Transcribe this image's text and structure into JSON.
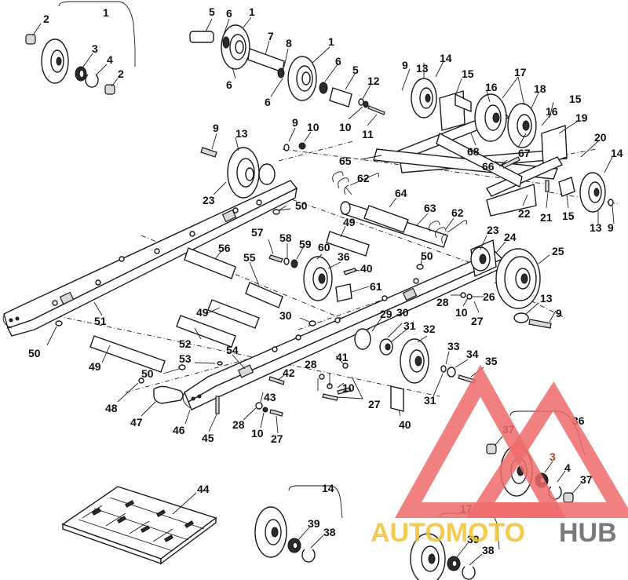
{
  "diagram": {
    "callouts": [
      {
        "id": "c1",
        "t": "1"
      },
      {
        "id": "c2",
        "t": "2"
      },
      {
        "id": "c3",
        "t": "3"
      },
      {
        "id": "c4",
        "t": "4"
      },
      {
        "id": "c5",
        "t": "2"
      },
      {
        "id": "c6",
        "t": "5"
      },
      {
        "id": "c7",
        "t": "6"
      },
      {
        "id": "c8",
        "t": "1"
      },
      {
        "id": "c9",
        "t": "7"
      },
      {
        "id": "c10",
        "t": "8"
      },
      {
        "id": "c11",
        "t": "6"
      },
      {
        "id": "c12",
        "t": "6"
      },
      {
        "id": "c13",
        "t": "1"
      },
      {
        "id": "c14",
        "t": "6"
      },
      {
        "id": "c15",
        "t": "5"
      },
      {
        "id": "c16",
        "t": "12"
      },
      {
        "id": "c17",
        "t": "10"
      },
      {
        "id": "c18",
        "t": "11"
      },
      {
        "id": "c19",
        "t": "9"
      },
      {
        "id": "c20",
        "t": "13"
      },
      {
        "id": "c21",
        "t": "14"
      },
      {
        "id": "c22",
        "t": "15"
      },
      {
        "id": "c23",
        "t": "16"
      },
      {
        "id": "c24",
        "t": "17"
      },
      {
        "id": "c25",
        "t": "18"
      },
      {
        "id": "c26",
        "t": "16"
      },
      {
        "id": "c27",
        "t": "15"
      },
      {
        "id": "c28",
        "t": "19"
      },
      {
        "id": "c29",
        "t": "20"
      },
      {
        "id": "c30",
        "t": "14"
      },
      {
        "id": "c31",
        "t": "68"
      },
      {
        "id": "c32",
        "t": "67"
      },
      {
        "id": "c33",
        "t": "66"
      },
      {
        "id": "c34",
        "t": "65"
      },
      {
        "id": "c35",
        "t": "9"
      },
      {
        "id": "c36",
        "t": "13"
      },
      {
        "id": "c37",
        "t": "9"
      },
      {
        "id": "c38",
        "t": "10"
      },
      {
        "id": "c39",
        "t": "23"
      },
      {
        "id": "c40",
        "t": "62"
      },
      {
        "id": "c41",
        "t": "64"
      },
      {
        "id": "c42",
        "t": "63"
      },
      {
        "id": "c43",
        "t": "62"
      },
      {
        "id": "c44",
        "t": "22"
      },
      {
        "id": "c45",
        "t": "21"
      },
      {
        "id": "c46",
        "t": "15"
      },
      {
        "id": "c47",
        "t": "13"
      },
      {
        "id": "c48",
        "t": "9"
      },
      {
        "id": "c49",
        "t": "50"
      },
      {
        "id": "c50",
        "t": "49"
      },
      {
        "id": "c51",
        "t": "57"
      },
      {
        "id": "c52",
        "t": "58"
      },
      {
        "id": "c53",
        "t": "59"
      },
      {
        "id": "c54",
        "t": "60"
      },
      {
        "id": "c55",
        "t": "36"
      },
      {
        "id": "c56",
        "t": "56"
      },
      {
        "id": "c57",
        "t": "55"
      },
      {
        "id": "c58",
        "t": "40"
      },
      {
        "id": "c59",
        "t": "61"
      },
      {
        "id": "c60",
        "t": "23"
      },
      {
        "id": "c61",
        "t": "24"
      },
      {
        "id": "c62",
        "t": "25"
      },
      {
        "id": "c63",
        "t": "50"
      },
      {
        "id": "c64",
        "t": "28"
      },
      {
        "id": "c65",
        "t": "26"
      },
      {
        "id": "c66",
        "t": "10"
      },
      {
        "id": "c67",
        "t": "27"
      },
      {
        "id": "c68",
        "t": "13"
      },
      {
        "id": "c69",
        "t": "9"
      },
      {
        "id": "c70",
        "t": "51"
      },
      {
        "id": "c71",
        "t": "49"
      },
      {
        "id": "c72",
        "t": "30"
      },
      {
        "id": "c73",
        "t": "29"
      },
      {
        "id": "c74",
        "t": "30"
      },
      {
        "id": "c75",
        "t": "31"
      },
      {
        "id": "c76",
        "t": "32"
      },
      {
        "id": "c77",
        "t": "50"
      },
      {
        "id": "c78",
        "t": "52"
      },
      {
        "id": "c79",
        "t": "54"
      },
      {
        "id": "c80",
        "t": "53"
      },
      {
        "id": "c81",
        "t": "49"
      },
      {
        "id": "c82",
        "t": "50"
      },
      {
        "id": "c83",
        "t": "42"
      },
      {
        "id": "c84",
        "t": "41"
      },
      {
        "id": "c85",
        "t": "28"
      },
      {
        "id": "c86",
        "t": "10"
      },
      {
        "id": "c87",
        "t": "27"
      },
      {
        "id": "c88",
        "t": "33"
      },
      {
        "id": "c89",
        "t": "34"
      },
      {
        "id": "c90",
        "t": "35"
      },
      {
        "id": "c91",
        "t": "31"
      },
      {
        "id": "c92",
        "t": "48"
      },
      {
        "id": "c93",
        "t": "47"
      },
      {
        "id": "c94",
        "t": "46"
      },
      {
        "id": "c95",
        "t": "45"
      },
      {
        "id": "c96",
        "t": "43"
      },
      {
        "id": "c97",
        "t": "28"
      },
      {
        "id": "c98",
        "t": "10"
      },
      {
        "id": "c99",
        "t": "27"
      },
      {
        "id": "c100",
        "t": "40"
      },
      {
        "id": "c101",
        "t": "36"
      },
      {
        "id": "c102",
        "t": "37"
      },
      {
        "id": "c103",
        "t": "3"
      },
      {
        "id": "c104",
        "t": "4"
      },
      {
        "id": "c105",
        "t": "37"
      },
      {
        "id": "c106",
        "t": "44"
      },
      {
        "id": "c107",
        "t": "14"
      },
      {
        "id": "c108",
        "t": "39"
      },
      {
        "id": "c109",
        "t": "38"
      },
      {
        "id": "c110",
        "t": "17"
      },
      {
        "id": "c111",
        "t": "39"
      },
      {
        "id": "c112",
        "t": "38"
      }
    ]
  },
  "watermark": {
    "word_a": "AUTOMOTO",
    "word_b": "HUB",
    "color_triangle": "#ef6b6b",
    "color_word_a": "#f2c230",
    "color_word_b": "#6b6b6b"
  }
}
